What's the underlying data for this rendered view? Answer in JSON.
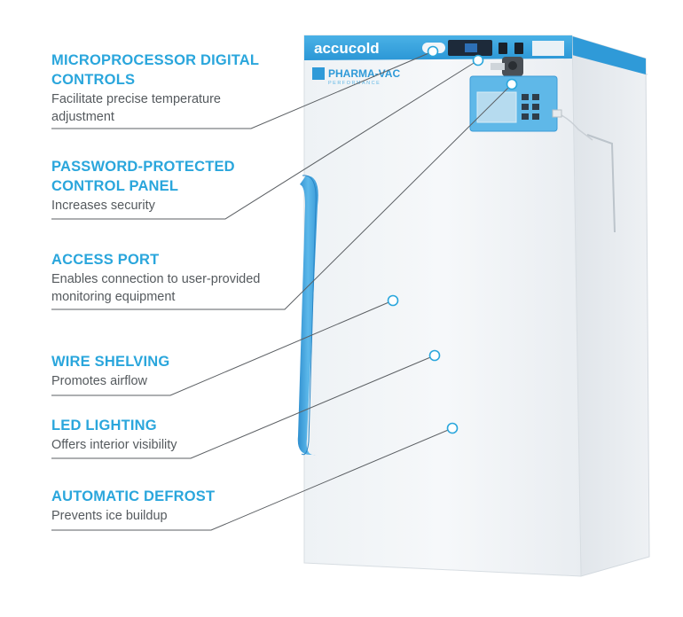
{
  "brand": {
    "logo": "accucold",
    "product_line": "PHARMA-VAC",
    "product_sub": "PERFORMANCE",
    "accent_color": "#2aa6dc",
    "handle_color": "#4fb0e3"
  },
  "features": [
    {
      "title": "MICROPROCESSOR DIGITAL CONTROLS",
      "title_lines": [
        "MICROPROCESSOR DIGITAL",
        "CONTROLS"
      ],
      "desc_lines": [
        "Facilitate precise temperature",
        "adjustment"
      ]
    },
    {
      "title": "PASSWORD-PROTECTED CONTROL PANEL",
      "title_lines": [
        "PASSWORD-PROTECTED",
        "CONTROL PANEL"
      ],
      "desc_lines": [
        "Increases security"
      ]
    },
    {
      "title": "ACCESS PORT",
      "title_lines": [
        "ACCESS PORT"
      ],
      "desc_lines": [
        "Enables connection to user-provided",
        "monitoring equipment"
      ]
    },
    {
      "title": "WIRE SHELVING",
      "title_lines": [
        "WIRE SHELVING"
      ],
      "desc_lines": [
        "Promotes airflow"
      ]
    },
    {
      "title": "LED LIGHTING",
      "title_lines": [
        "LED LIGHTING"
      ],
      "desc_lines": [
        "Offers interior visibility"
      ]
    },
    {
      "title": "AUTOMATIC DEFROST",
      "title_lines": [
        "AUTOMATIC DEFROST"
      ],
      "desc_lines": [
        "Prevents ice buildup"
      ]
    }
  ]
}
